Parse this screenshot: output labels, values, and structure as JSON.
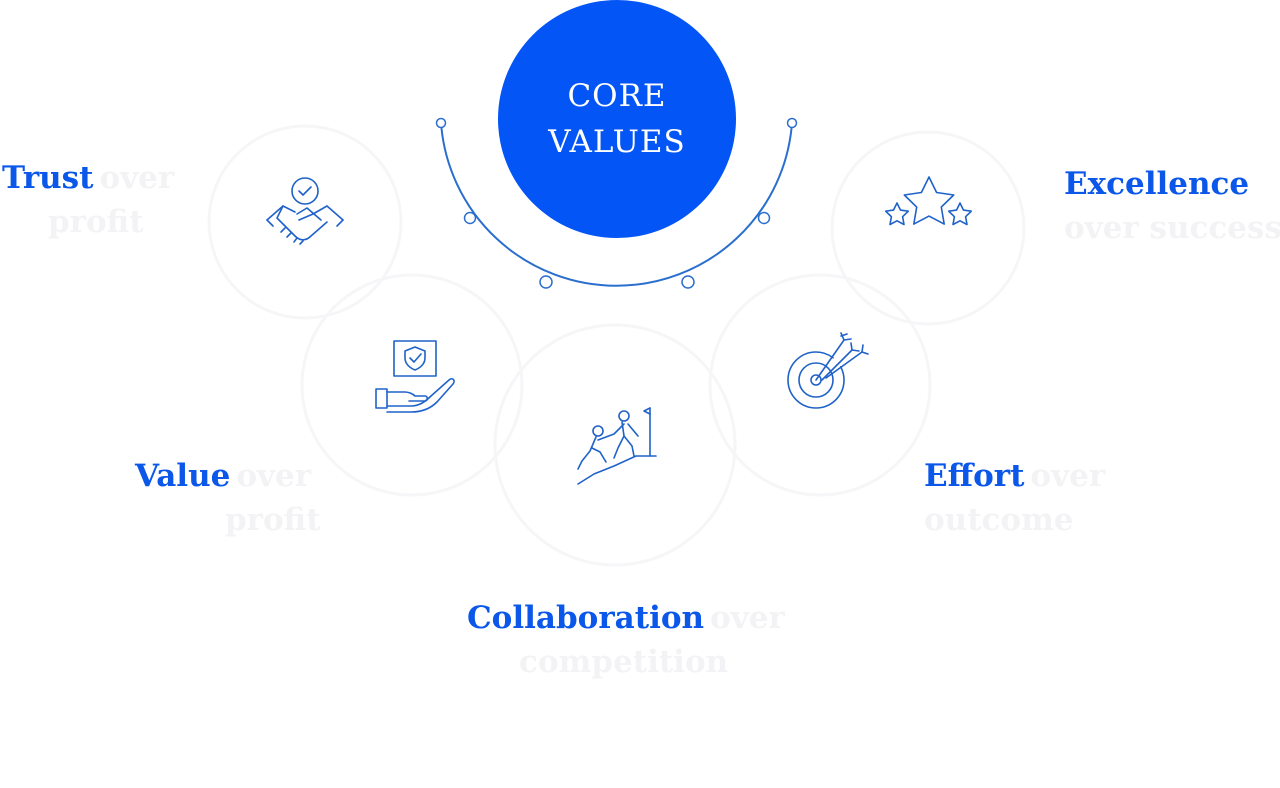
{
  "core": {
    "line1": "CORE",
    "line2": "VALUES"
  },
  "colors": {
    "core_fill": "#0455f6",
    "title_text": "#0a57ea",
    "icon_stroke": "#1f62c9",
    "arc_stroke": "#2b6fce",
    "faint_text": "#f3f3f5",
    "watermark_ring": "#f7f7f9"
  },
  "values": [
    {
      "id": "trust",
      "title": "Trust",
      "faint_tail": "over",
      "faint_sub": "profit",
      "icon": "handshake-check-icon"
    },
    {
      "id": "excellence",
      "title": "Excellence",
      "faint_tail": "",
      "faint_sub": "over success",
      "icon": "three-stars-icon"
    },
    {
      "id": "value",
      "title": "Value",
      "faint_tail": "over",
      "faint_sub": "profit",
      "icon": "hand-shield-icon"
    },
    {
      "id": "effort",
      "title": "Effort",
      "faint_tail": "over",
      "faint_sub": "outcome",
      "icon": "target-arrows-icon"
    },
    {
      "id": "collaboration",
      "title": "Collaboration",
      "faint_tail": "over",
      "faint_sub": "competition",
      "icon": "climbers-flag-icon"
    }
  ]
}
